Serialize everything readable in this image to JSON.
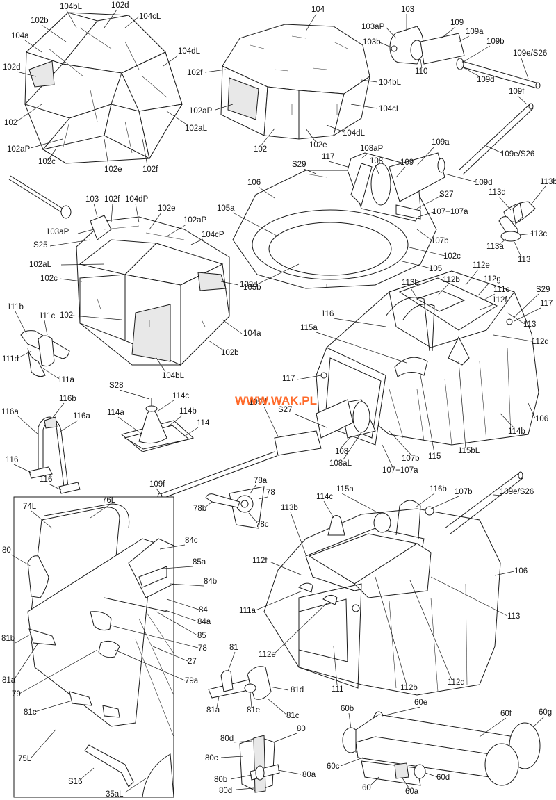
{
  "watermark": "WWW.WAK.PL",
  "labels": {
    "A": [
      "104bL",
      "102d",
      "104cL",
      "102b",
      "104a",
      "104dL",
      "102d",
      "102",
      "102aP",
      "102c",
      "102e",
      "102f",
      "102aL"
    ],
    "B": [
      "104",
      "102f",
      "104bL",
      "102aP",
      "104cL",
      "104dL",
      "102e",
      "102"
    ],
    "C": [
      "103",
      "103aP",
      "103b",
      "109",
      "109a",
      "109b",
      "110",
      "109d",
      "109e/S26",
      "109f",
      "109e/S26"
    ],
    "D": [
      "S29",
      "117",
      "108aP",
      "108",
      "109",
      "109a",
      "106",
      "105a",
      "109d",
      "S27",
      "107+107a",
      "107b",
      "102c",
      "105",
      "105b"
    ],
    "E": [
      "103",
      "102f",
      "104dP",
      "102e",
      "102aP",
      "104cP",
      "103aP",
      "S25",
      "102aL",
      "102c",
      "102",
      "102d",
      "104a",
      "102b",
      "104bL"
    ],
    "F": [
      "113d",
      "113b",
      "113c",
      "113a",
      "113"
    ],
    "G": [
      "111b",
      "111c",
      "111d",
      "111a"
    ],
    "H": [
      "112b",
      "112e",
      "113b",
      "112g",
      "111c",
      "112f",
      "S29",
      "117",
      "116",
      "113",
      "115a",
      "112d",
      "117",
      "109d",
      "S27",
      "106",
      "114b",
      "108",
      "108aL",
      "107b",
      "115",
      "115bL",
      "107+107a",
      "109f"
    ],
    "I": [
      "S28",
      "114c",
      "114a",
      "114b",
      "114"
    ],
    "J": [
      "116b",
      "116a",
      "116a",
      "116",
      "116"
    ],
    "K": [
      "78a",
      "78",
      "78b",
      "78c"
    ],
    "L": [
      "115a",
      "116b",
      "107b",
      "109e/S26",
      "114c",
      "113b",
      "112f",
      "106",
      "111a",
      "112e",
      "113",
      "111",
      "112b",
      "112d"
    ],
    "M": [
      "74L",
      "76L",
      "80",
      "84c",
      "85a",
      "84b",
      "84",
      "84a",
      "85",
      "78",
      "27",
      "81b",
      "81a",
      "79",
      "79a",
      "81c",
      "75L",
      "S16",
      "35aL"
    ],
    "N": [
      "81",
      "81d",
      "81a",
      "81e",
      "81c"
    ],
    "O": [
      "80",
      "80d",
      "80c",
      "80b",
      "80a",
      "80d"
    ],
    "P": [
      "60b",
      "60e",
      "60f",
      "60g",
      "60c",
      "60d",
      "60",
      "60a"
    ]
  }
}
